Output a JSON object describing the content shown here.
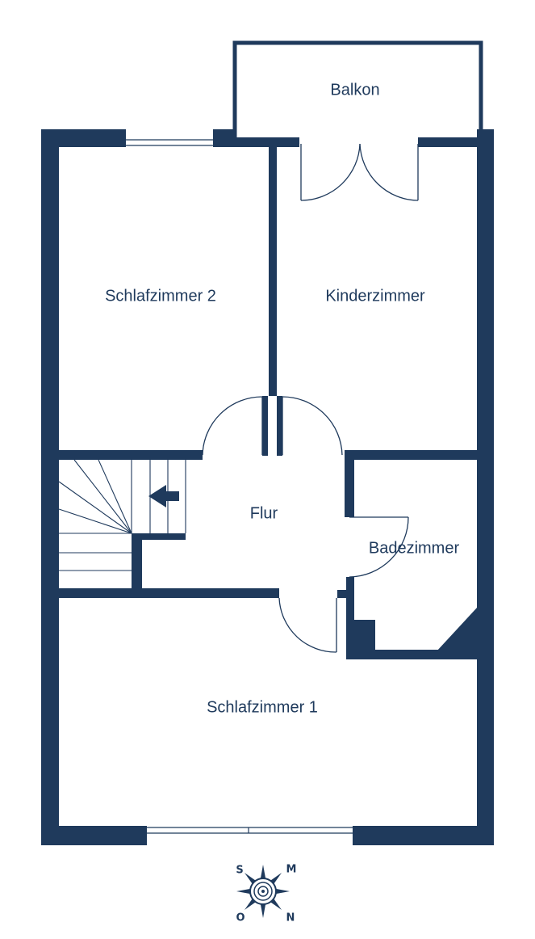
{
  "colors": {
    "wall": "#1f3a5c",
    "background": "#ffffff"
  },
  "rooms": {
    "balkon": "Balkon",
    "schlafzimmer_2": "Schlafzimmer 2",
    "kinderzimmer": "Kinderzimmer",
    "flur": "Flur",
    "badezimmer": "Badezimmer",
    "schlafzimmer_1": "Schlafzimmer 1"
  },
  "compass": {
    "s": "S",
    "m": "M",
    "o": "O",
    "n": "N"
  },
  "icons": {
    "stair_arrow": "arrow-left-icon",
    "compass": "compass-rose-icon"
  }
}
